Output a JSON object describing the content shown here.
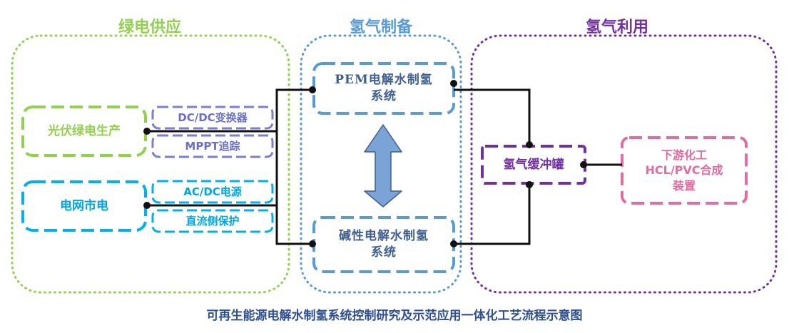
{
  "sections": {
    "green": {
      "title": "绿电供应",
      "color": "#92d050"
    },
    "production": {
      "title": "氢气制备",
      "color": "#5b9bd5"
    },
    "usage": {
      "title": "氢气利用",
      "color": "#7030a0"
    }
  },
  "nodes": {
    "pv": "光伏绿电生产",
    "dcdc": "DC/DC变换器",
    "mppt": "MPPT追踪",
    "grid": "电网市电",
    "acdc": "AC/DC电源",
    "dcprot": "直流侧保护",
    "pem_line1": "PEM电解水制氢",
    "pem_line2": "系统",
    "alk_line1": "碱性电解水制氢",
    "alk_line2": "系统",
    "buffer": "氢气缓冲罐",
    "down_line1": "下游化工",
    "down_line2": "HCL/PVC合成",
    "down_line3": "装置"
  },
  "caption": "可再生能源电解水制氢系统控制研究及示范应用一体化工艺流程示意图",
  "colors": {
    "pv": "#92d050",
    "converter": "#7b7fd1",
    "grid": "#00b0f0",
    "electrolyzer": "#5b9bd5",
    "electrolyzer_text": "#3f5f8f",
    "buffer": "#7030a0",
    "downstream": "#e06ca1",
    "arrow": "#7ba3d6",
    "wire": "#111111"
  }
}
